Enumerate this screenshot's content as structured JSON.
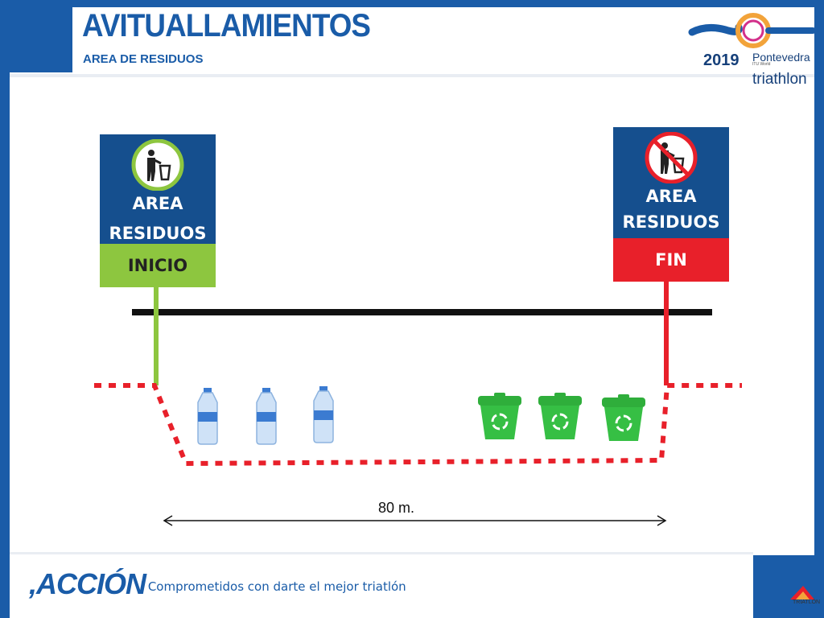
{
  "header": {
    "title": "AVITUALLAMIENTOS",
    "subtitle": "AREA DE RESIDUOS"
  },
  "event_logo": {
    "year": "2019",
    "city": "Pontevedra",
    "sub": "ITU World",
    "sport": "triathlon"
  },
  "signs": {
    "start": {
      "line1": "AREA",
      "line2": "RESIDUOS",
      "band": "INICIO",
      "icon": "person-trash-allowed-icon",
      "band_color": "#8dc63f"
    },
    "end": {
      "line1": "AREA",
      "line2": "RESIDUOS",
      "band": "FIN",
      "icon": "no-littering-icon",
      "band_color": "#e8202a"
    }
  },
  "diagram": {
    "distance_label": "80 m.",
    "bottles": 3,
    "recycle_bins": 3,
    "zone_color": "#e8202a"
  },
  "footer": {
    "brand": ",ACCIÓN",
    "tagline": "| Comprometidos con darte el mejor triatlón",
    "mini_logo": "TRIATLÓN"
  },
  "colors": {
    "brand_blue": "#1a5ca8",
    "sign_blue": "#154f8e",
    "start_green": "#8dc63f",
    "end_red": "#e8202a"
  }
}
